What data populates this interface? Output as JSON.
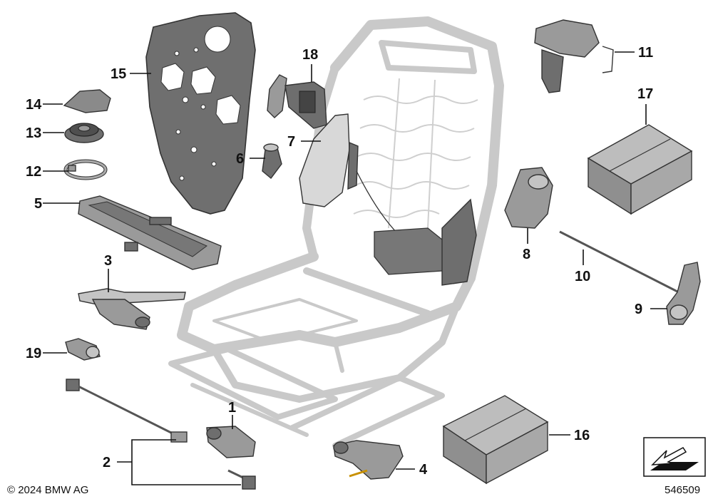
{
  "callouts": {
    "c1": "1",
    "c2": "2",
    "c3": "3",
    "c4": "4",
    "c5": "5",
    "c6": "6",
    "c7": "7",
    "c8": "8",
    "c9": "9",
    "c10": "10",
    "c11": "11",
    "c12": "12",
    "c13": "13",
    "c14": "14",
    "c15": "15",
    "c16": "16",
    "c17": "17",
    "c18": "18",
    "c19": "19"
  },
  "footer": {
    "copyright": "© 2024 BMW AG",
    "diagram_number": "546509"
  },
  "colors": {
    "frame": "#c9c9c9",
    "part_dark": "#6e6e6e",
    "box": "#8f8f8f"
  }
}
